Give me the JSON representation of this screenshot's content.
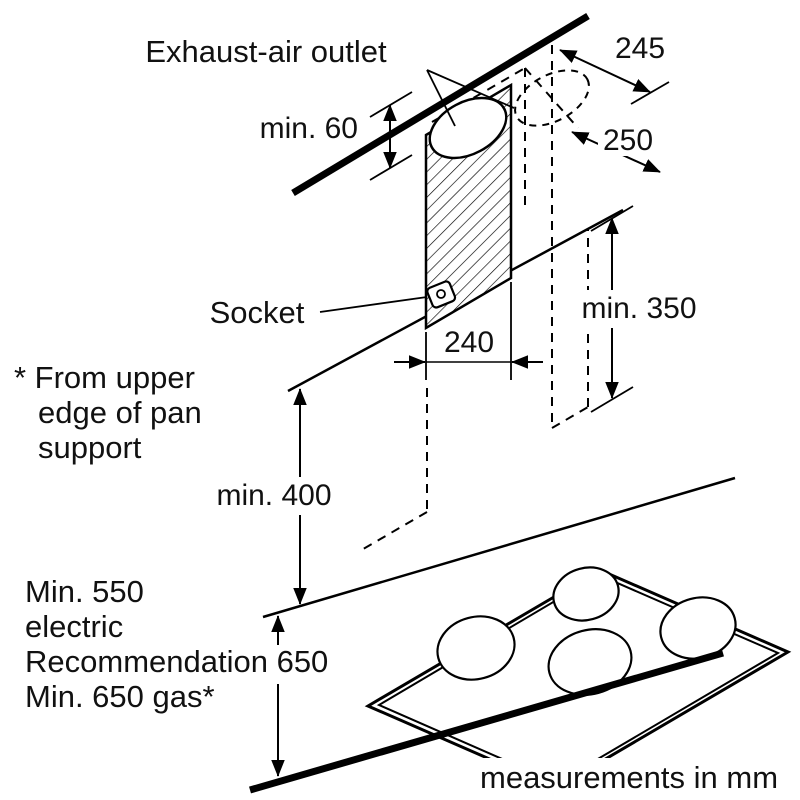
{
  "diagram": {
    "exhaust_outlet_label": "Exhaust-air outlet",
    "socket_label": "Socket",
    "units_note": "measurements in mm",
    "dims": {
      "depth_top": "245",
      "duct_depth": "250",
      "min_ceiling_gap": "min. 60",
      "min_side": "min. 350",
      "chimney_width": "240",
      "min_above_hood": "min. 400"
    },
    "footnote": {
      "line1": "* From upper",
      "line2": "edge of pan",
      "line3": "support"
    },
    "clearances": {
      "line1": "Min. 550",
      "line2": "electric",
      "line3": "Recommendation 650",
      "line4": "Min. 650 gas*"
    },
    "icons": {
      "socket": "power-socket-icon"
    },
    "colors": {
      "ink": "#000000",
      "background": "#ffffff"
    }
  }
}
